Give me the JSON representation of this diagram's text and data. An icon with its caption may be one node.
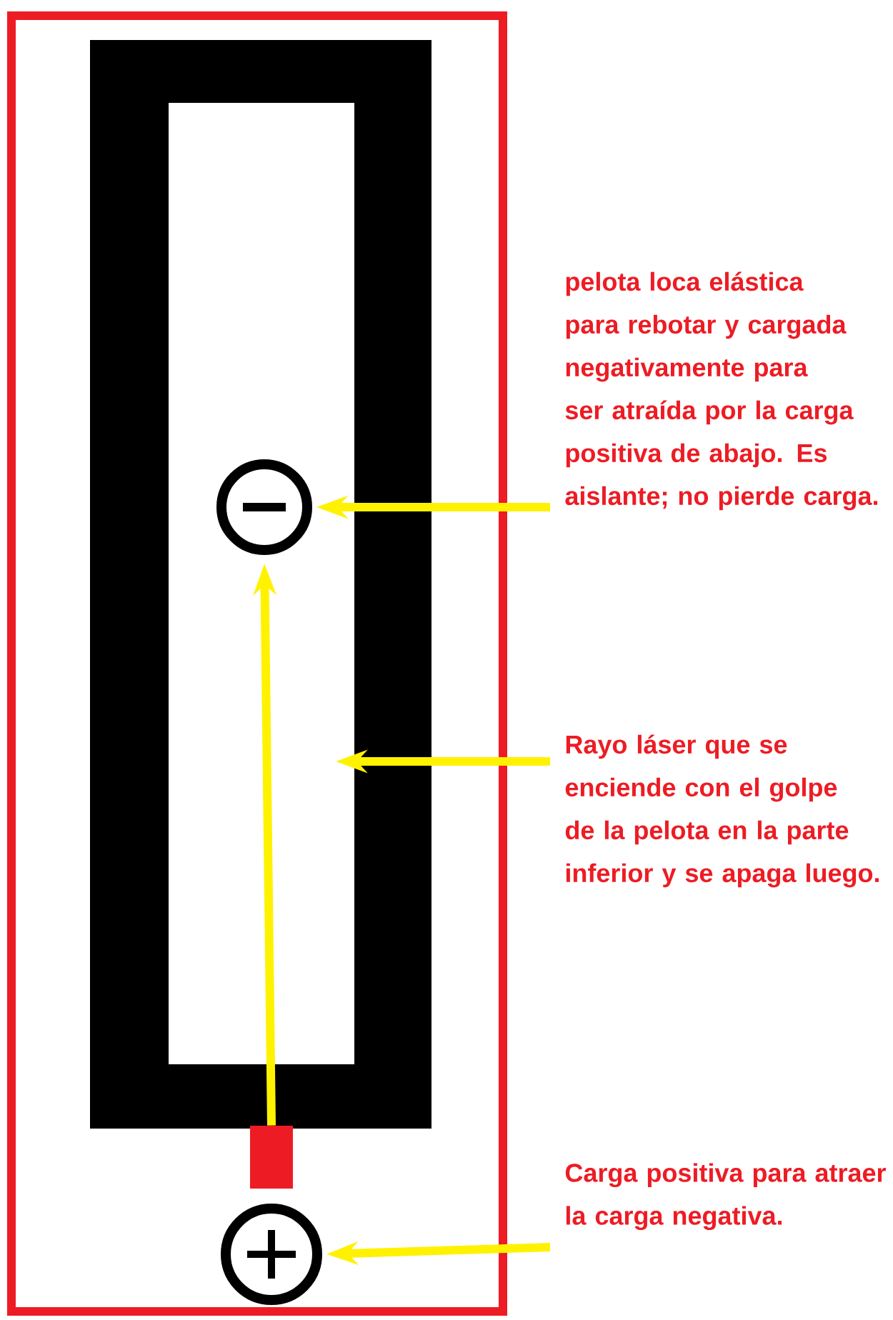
{
  "diagram": {
    "nodes": [
      {
        "text": [
          "pelota loca elástica para rebotar y cargada negativamente para ser atraída por la carga positiva de abajo. Es aislante; no pierde carga."
        ]
      },
      {
        "text": [],
        "shape": "circle"
      },
      {
        "text": [
          "Rayo láser que se enciende con el golpe de la pelota en la parte inferior y se apaga luego."
        ]
      },
      {
        "text": [],
        "shape": "box"
      },
      {
        "text": [],
        "shape": "circle"
      },
      {
        "text": [
          "Carga positiva para atraer la carga negativa."
        ]
      }
    ],
    "edges": [
      {
        "from": 0,
        "to": 1,
        "arrow": "to"
      },
      {
        "from": 2,
        "to": null,
        "arrow": "to"
      },
      {
        "from": 3,
        "to": 1,
        "arrow": "to"
      },
      {
        "from": 5,
        "to": 4,
        "arrow": "to"
      }
    ]
  }
}
